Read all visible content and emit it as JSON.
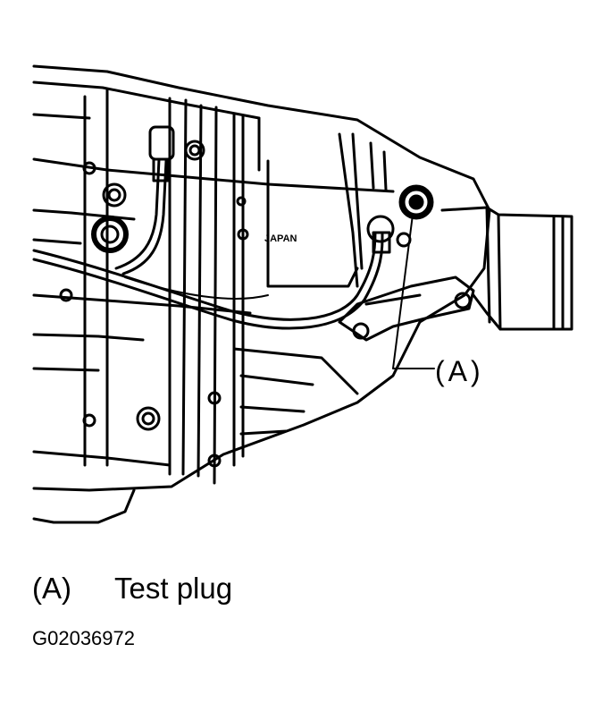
{
  "diagram": {
    "stamp_text": "JAPAN",
    "callout_label": "(A)"
  },
  "legend": {
    "key": "(A)",
    "description": "Test plug"
  },
  "figure_code": "G02036972"
}
